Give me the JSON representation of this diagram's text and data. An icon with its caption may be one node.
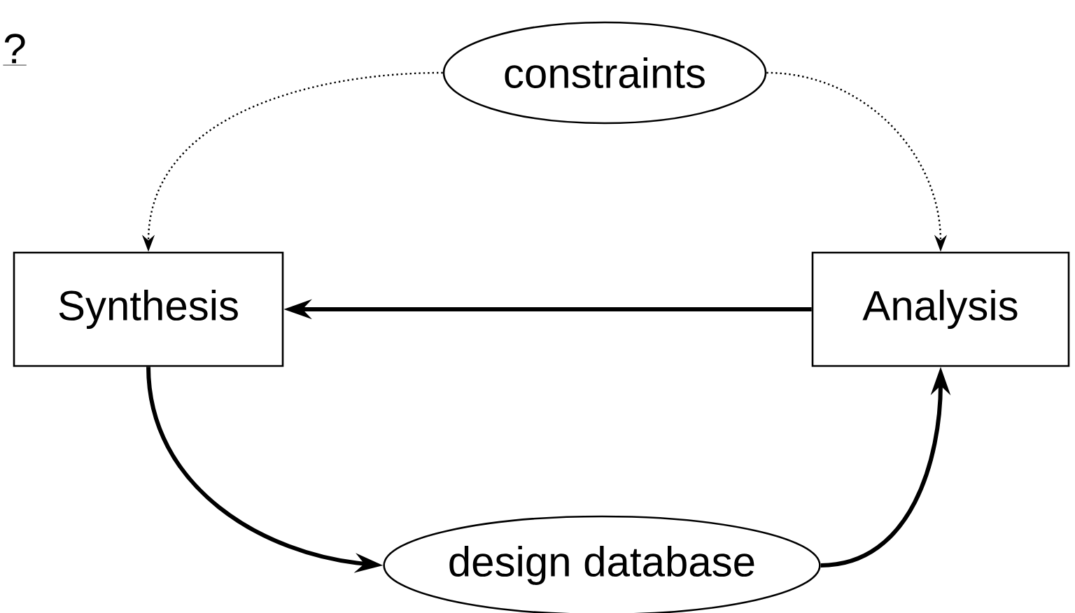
{
  "diagram": {
    "nodes": [
      {
        "text": [
          "constraints"
        ]
      },
      {
        "text": [
          "Synthesis"
        ]
      },
      {
        "text": [
          "Analysis"
        ]
      },
      {
        "text": [
          "design database"
        ]
      }
    ],
    "edges": [
      {
        "from": 0,
        "to": 1,
        "arrow": "to",
        "style": "dashed"
      },
      {
        "from": 0,
        "to": 2,
        "arrow": "to",
        "style": "dashed"
      },
      {
        "from": 2,
        "to": 1,
        "arrow": "to"
      },
      {
        "from": 1,
        "to": 3,
        "arrow": "to"
      },
      {
        "from": 3,
        "to": 2,
        "arrow": "to"
      }
    ],
    "labels": [
      "?"
    ]
  }
}
